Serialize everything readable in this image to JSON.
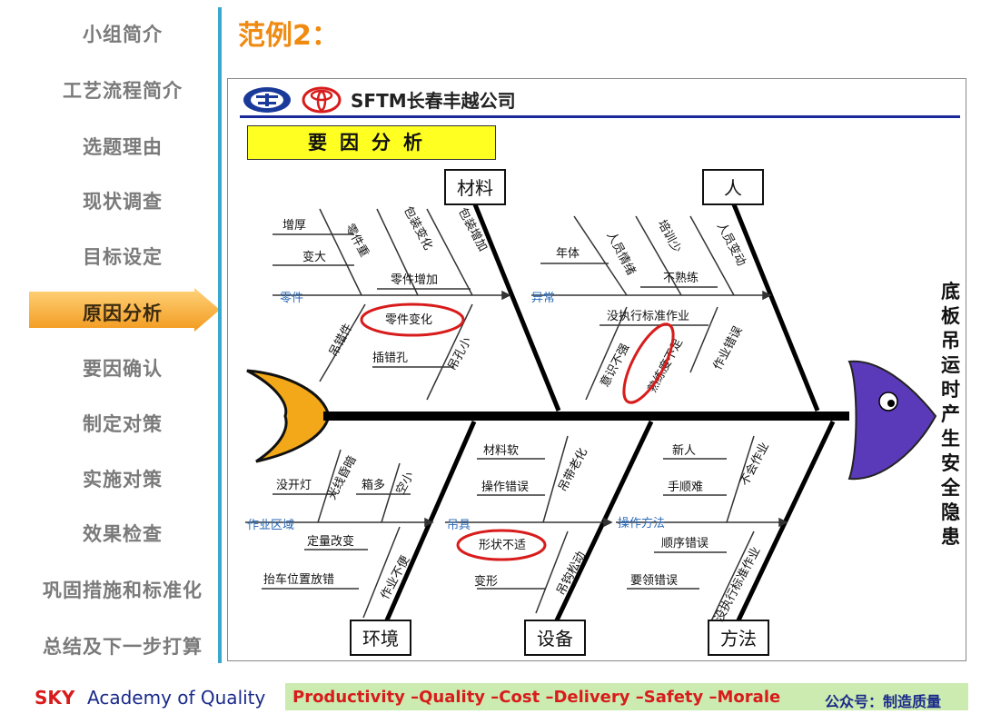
{
  "sidebar": {
    "items": [
      {
        "label": "小组简介"
      },
      {
        "label": "工艺流程简介"
      },
      {
        "label": "选题理由"
      },
      {
        "label": "现状调查"
      },
      {
        "label": "目标设定"
      },
      {
        "label": "原因分析"
      },
      {
        "label": "要因确认"
      },
      {
        "label": "制定对策"
      },
      {
        "label": "实施对策"
      },
      {
        "label": "效果检查"
      },
      {
        "label": "巩固措施和标准化"
      },
      {
        "label": "总结及下一步打算"
      }
    ],
    "active_index": 5
  },
  "title": "范例2：",
  "company": "SFTM长春丰越公司",
  "section_title": "要因分析",
  "effect": "底板吊运时产生安全隐患",
  "categories": {
    "material": "材料",
    "people": "人",
    "environment": "环境",
    "equipment": "设备",
    "method": "方法"
  },
  "causes": {
    "parts": "零件",
    "parts_thickness_up": "增厚",
    "parts_bigger": "变大",
    "parts_weight": "零件重",
    "packing_change": "包装变化",
    "packing_addition": "包装增加",
    "parts_count_up": "零件增加",
    "parts_change": "零件变化",
    "wrong_plug": "插错孔",
    "hook_wrong": "吊错件",
    "hole_small": "吊孔小",
    "abnormal": "异常",
    "age": "年体",
    "staff_mood": "人员情绪",
    "training_lack": "培训少",
    "not_skilled": "不熟练",
    "staff_change": "人员变动",
    "no_standard_op": "没执行标准作业",
    "safety_awareness": "意识不强",
    "skill_not_enough": "熟练度不足",
    "operation_error": "作业错误",
    "work_area": "作业区域",
    "no_light": "没开灯",
    "light_dim": "光线昏暗",
    "box_many": "箱多",
    "space_small": "空小",
    "fixed_position_change": "定量改变",
    "lift_position_wrong": "抬车位置放错",
    "work_not_fit": "作业不便",
    "sling": "吊具",
    "material_soft": "材料软",
    "sling_aging": "吊带老化",
    "op_error_eq": "操作错误",
    "shape_not_fit": "形状不适",
    "deform": "变形",
    "sling_loose": "吊钩松动",
    "op_method": "操作方法",
    "newcomer": "新人",
    "sequence_hard": "手顺难",
    "not_qualified": "不会作业",
    "order_error": "顺序错误",
    "point_error": "要领错误",
    "not_follow_std": "没执行标准作业"
  },
  "footer": {
    "sky": "SKY",
    "academy": "Academy of Quality",
    "pqc": "Productivity –Quality –Cost –Delivery –Safety –Morale",
    "wechat": "公众号：制造质量"
  },
  "colors": {
    "accent": "#f08a10",
    "sidebar_line": "#3aa7cf",
    "highlight_circle": "#d81c1c",
    "section_box": "#ffff22"
  }
}
